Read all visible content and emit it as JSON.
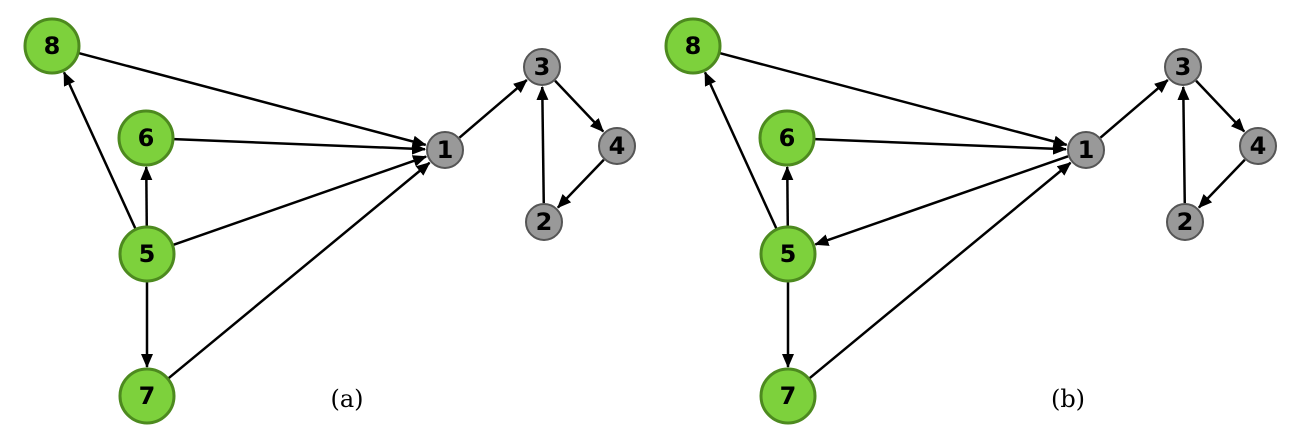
{
  "colors": {
    "green_fill": "#7dd13c",
    "green_stroke": "#4d8a1f",
    "gray_fill": "#999999",
    "gray_stroke": "#555555",
    "edge": "#000000"
  },
  "panels": [
    {
      "caption": "(a)",
      "nodes": [
        {
          "id": "8",
          "group": "green"
        },
        {
          "id": "6",
          "group": "green"
        },
        {
          "id": "5",
          "group": "green"
        },
        {
          "id": "7",
          "group": "green"
        },
        {
          "id": "1",
          "group": "gray"
        },
        {
          "id": "3",
          "group": "gray"
        },
        {
          "id": "4",
          "group": "gray"
        },
        {
          "id": "2",
          "group": "gray"
        }
      ],
      "edges": [
        {
          "from": "8",
          "to": "1"
        },
        {
          "from": "6",
          "to": "1"
        },
        {
          "from": "5",
          "to": "1"
        },
        {
          "from": "7",
          "to": "1"
        },
        {
          "from": "5",
          "to": "8"
        },
        {
          "from": "5",
          "to": "6"
        },
        {
          "from": "5",
          "to": "7"
        },
        {
          "from": "1",
          "to": "3"
        },
        {
          "from": "3",
          "to": "4"
        },
        {
          "from": "4",
          "to": "2"
        },
        {
          "from": "2",
          "to": "3"
        }
      ]
    },
    {
      "caption": "(b)",
      "nodes": [
        {
          "id": "8",
          "group": "green"
        },
        {
          "id": "6",
          "group": "green"
        },
        {
          "id": "5",
          "group": "green"
        },
        {
          "id": "7",
          "group": "green"
        },
        {
          "id": "1",
          "group": "gray"
        },
        {
          "id": "3",
          "group": "gray"
        },
        {
          "id": "4",
          "group": "gray"
        },
        {
          "id": "2",
          "group": "gray"
        }
      ],
      "edges": [
        {
          "from": "8",
          "to": "1"
        },
        {
          "from": "6",
          "to": "1"
        },
        {
          "from": "1",
          "to": "5"
        },
        {
          "from": "7",
          "to": "1"
        },
        {
          "from": "5",
          "to": "8"
        },
        {
          "from": "5",
          "to": "6"
        },
        {
          "from": "5",
          "to": "7"
        },
        {
          "from": "1",
          "to": "3"
        },
        {
          "from": "3",
          "to": "4"
        },
        {
          "from": "4",
          "to": "2"
        },
        {
          "from": "2",
          "to": "3"
        }
      ]
    }
  ]
}
